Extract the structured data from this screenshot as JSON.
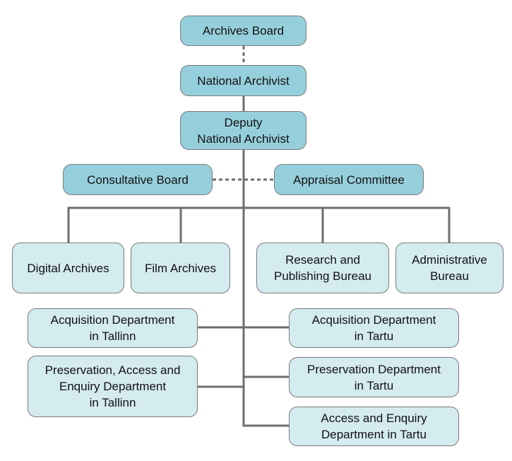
{
  "colors": {
    "primary_box": "#96cfdc",
    "secondary_box": "#d4ebf0",
    "connector": "#6e6e6e"
  },
  "nodes": {
    "archives_board": "Archives Board",
    "national_archivist": "National Archivist",
    "deputy_line1": "Deputy",
    "deputy_line2": "National Archivist",
    "consultative_board": "Consultative Board",
    "appraisal_committee": "Appraisal Committee",
    "digital_archives": "Digital Archives",
    "film_archives": "Film Archives",
    "research_line1": "Research and",
    "research_line2": "Publishing Bureau",
    "admin_line1": "Administrative",
    "admin_line2": "Bureau",
    "acq_tallinn_line1": "Acquisition Department",
    "acq_tallinn_line2": "in Tallinn",
    "acq_tartu_line1": "Acquisition Department",
    "acq_tartu_line2": "in Tartu",
    "pres_tallinn_line1": "Preservation, Access and",
    "pres_tallinn_line2": "Enquiry Department",
    "pres_tallinn_line3": "in Tallinn",
    "pres_tartu_line1": "Preservation Department",
    "pres_tartu_line2": "in Tartu",
    "access_tartu_line1": "Access and Enquiry",
    "access_tartu_line2": "Department in Tartu"
  }
}
